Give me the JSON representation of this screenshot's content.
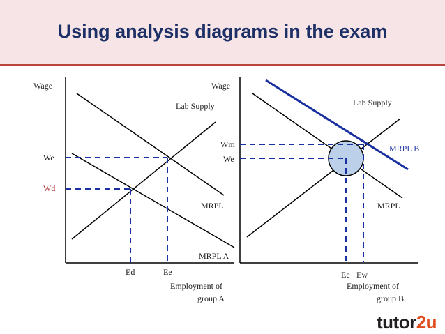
{
  "header": {
    "title": "Using analysis diagrams in the exam"
  },
  "left": {
    "y_axis": "Wage",
    "supply": "Lab Supply",
    "demand_upper": "MRPL",
    "demand_lower": "MRPL A",
    "we": "We",
    "wd": "Wd",
    "ed": "Ed",
    "ee": "Ee",
    "x_axis_line1": "Employment of",
    "x_axis_line2": "group A"
  },
  "right": {
    "y_axis": "Wage",
    "supply": "Lab Supply",
    "demand_b": "MRPL B",
    "demand": "MRPL",
    "wm": "Wm",
    "we": "We",
    "ee": "Ee",
    "ew": "Ew",
    "x_axis_line1": "Employment of",
    "x_axis_line2": "group B"
  },
  "logo": {
    "part1": "tutor",
    "part2": "2u"
  },
  "colors": {
    "title": "#1c2f66",
    "accent_red": "#b03a38",
    "accent_blue": "#2a3ea8",
    "circle_fill": "#bcd0ea"
  }
}
